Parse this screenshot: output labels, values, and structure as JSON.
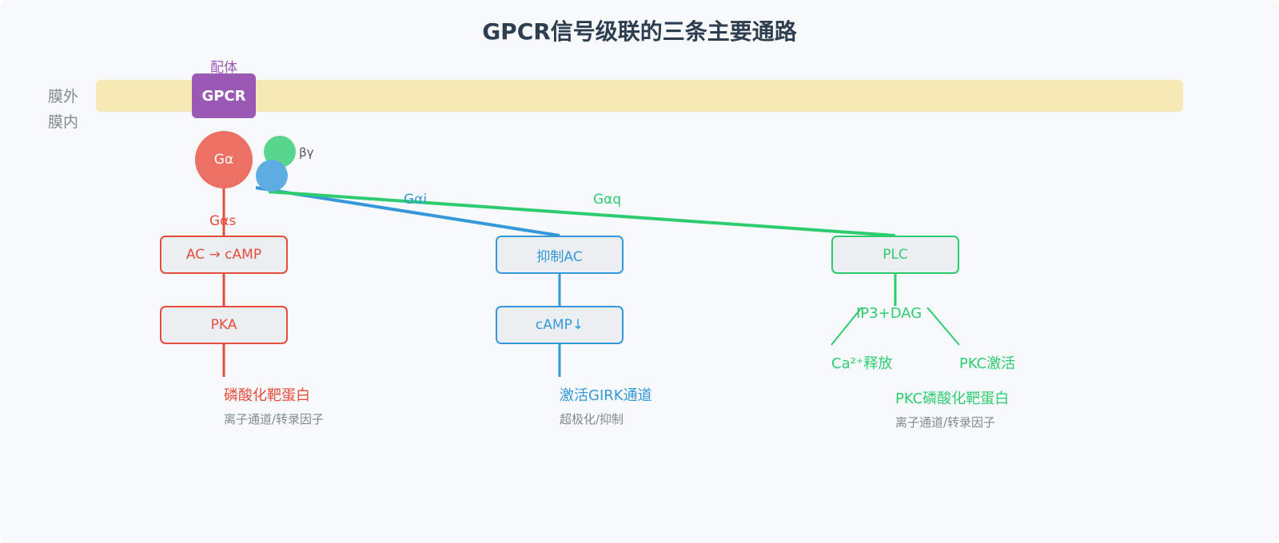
{
  "title": "GPCR信号级联的三条主要通路",
  "membrane": {
    "outside": "膜外",
    "inside": "膜内"
  },
  "receptor": {
    "ligand": "配体",
    "label": "GPCR"
  },
  "g_protein": {
    "alpha": "Gα",
    "beta_gamma": "βγ"
  },
  "pathways": {
    "gs": {
      "label": "Gαs",
      "step1": "AC → cAMP",
      "step2": "PKA",
      "result": "磷酸化靶蛋白",
      "note": "离子通道/转录因子",
      "color": "#e74c3c"
    },
    "gi": {
      "label": "Gαi",
      "step1": "抑制AC",
      "step2": "cAMP↓",
      "result": "激活GIRK通道",
      "note": "超极化/抑制",
      "color": "#3498db"
    },
    "gq": {
      "label": "Gαq",
      "step1": "PLC",
      "second_messengers": "IP3+DAG",
      "branch_left": "Ca²⁺释放",
      "branch_right": "PKC激活",
      "result": "PKC磷酸化靶蛋白",
      "note": "离子通道/转录因子",
      "color": "#2ecc71"
    }
  },
  "colors": {
    "membrane": "#f7e9b5",
    "gpcr": "#9b59b6",
    "g_alpha": "#ec7063",
    "g_beta": "#58d68d",
    "g_gamma": "#5dade2"
  }
}
